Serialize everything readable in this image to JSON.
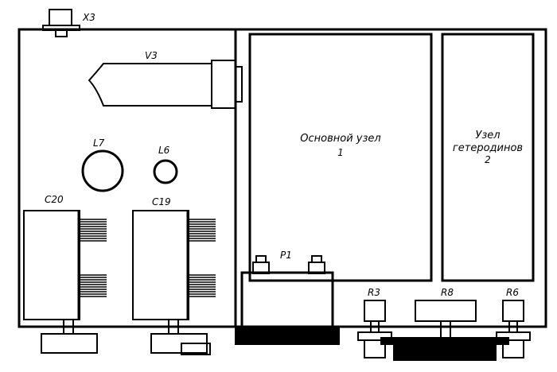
{
  "labels": {
    "x3": "X3",
    "v3": "V3",
    "l7": "L7",
    "l6": "L6",
    "c20": "C20",
    "c19": "C19",
    "p1": "P1",
    "r3": "R3",
    "r8": "R8",
    "r6": "R6",
    "main_unit_title": "Основной узел",
    "main_unit_number": "1",
    "heterodyne_title_line1": "Узел",
    "heterodyne_title_line2": "гетеродинов",
    "heterodyne_number": "2"
  },
  "colors": {
    "line": "#000000",
    "background": "#ffffff"
  }
}
